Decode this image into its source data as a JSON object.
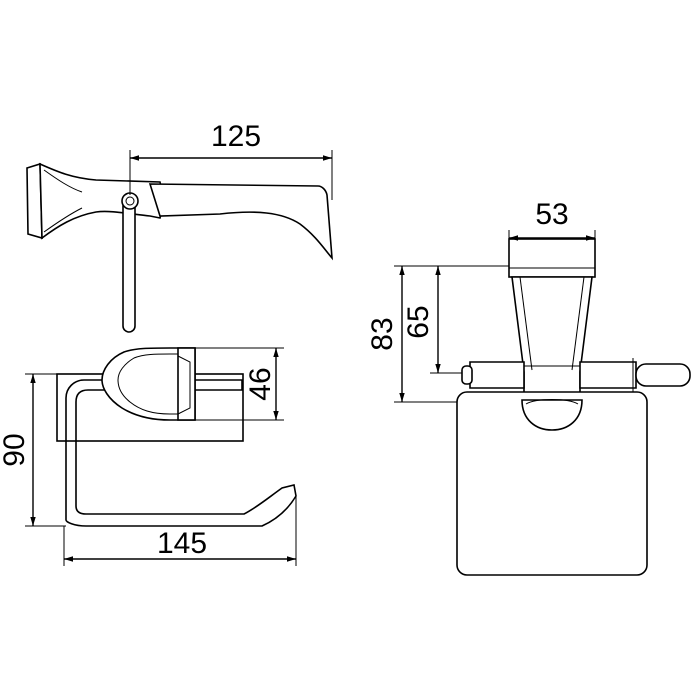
{
  "dimensions": {
    "side_length": "125",
    "front_height_outer": "90",
    "front_height_inner": "46",
    "front_width": "145",
    "mount_width": "53",
    "mount_height_total": "83",
    "mount_height_inner": "65"
  }
}
